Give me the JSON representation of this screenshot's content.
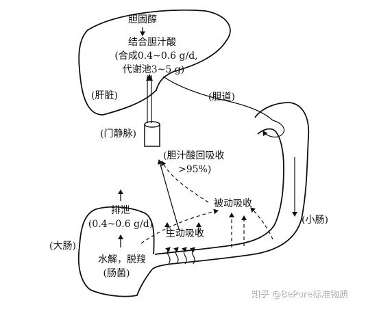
{
  "liver": {
    "cholesterol": "胆固醇",
    "conjugated_bile_acid": "结合胆汁酸",
    "synthesis": "(合成0.4~0.6 g/d,",
    "pool": "代谢池3~5 g)",
    "name": "(肝脏)"
  },
  "bile_duct": "(胆道)",
  "portal_vein": "(门静脉)",
  "reabsorption": {
    "line1": "(胆汁酸回吸收",
    "line2": ">95%)"
  },
  "passive_absorption": "被动吸收",
  "active_absorption": "主动吸收",
  "small_intestine": "(小肠)",
  "large_intestine": "(大肠)",
  "excretion": {
    "label": "排泄",
    "amount": "(0.4~0.6 g/d)"
  },
  "hydrolysis": {
    "line1": "水解，脱羧",
    "line2": "(肠菌)"
  },
  "watermark": "知乎 @BePure标准物质"
}
